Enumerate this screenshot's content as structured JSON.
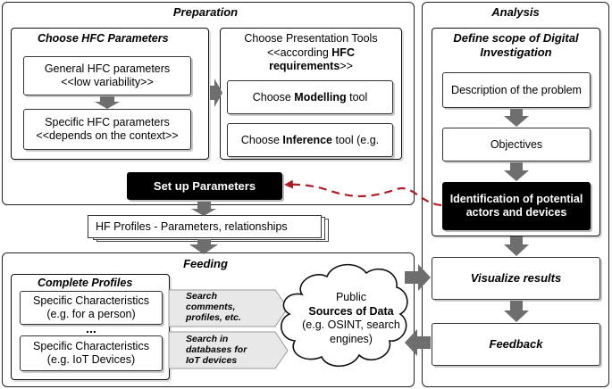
{
  "preparation": {
    "title": "Preparation",
    "hfc_params": {
      "title": "Choose HFC Parameters",
      "general": "General HFC parameters\n<<low variability>>",
      "specific": "Specific HFC parameters\n<<depends on the context>>"
    },
    "presentation": {
      "line1": "Choose Presentation Tools",
      "line2": "<<according ",
      "line2_bold": "HFC",
      "line3_bold": "requirements",
      "line3_end": ">>",
      "modelling_pre": "Choose ",
      "modelling_bold": "Modelling",
      "modelling_post": " tool",
      "inference_pre": "Choose ",
      "inference_bold": "Inference",
      "inference_post": " tool (e.g."
    },
    "setup": "Set up Parameters"
  },
  "profiles_bar": "HF Profiles - Parameters, relationships",
  "feeding": {
    "title": "Feeding",
    "complete_profiles": "Complete Profiles",
    "char_person_1": "Specific Characteristics",
    "char_person_2": "(e.g. for a person)",
    "dots": "...",
    "char_iot_1": "Specific Characteristics",
    "char_iot_2": "(e.g. IoT Devices)",
    "search1": "Search\ncomments,\nprofiles, etc.",
    "search2": "Search in\ndatabases for\nIoT devices",
    "cloud_line1": "Public",
    "cloud_bold": "Sources of Data",
    "cloud_rest": "(e.g. OSINT, search engines)"
  },
  "analysis": {
    "title": "Analysis",
    "scope": "Define scope of Digital Investigation",
    "problem": "Description of the problem",
    "objectives": "Objectives",
    "identification": "Identification of potential actors and devices",
    "visualize": "Visualize results",
    "feedback": "Feedback"
  }
}
